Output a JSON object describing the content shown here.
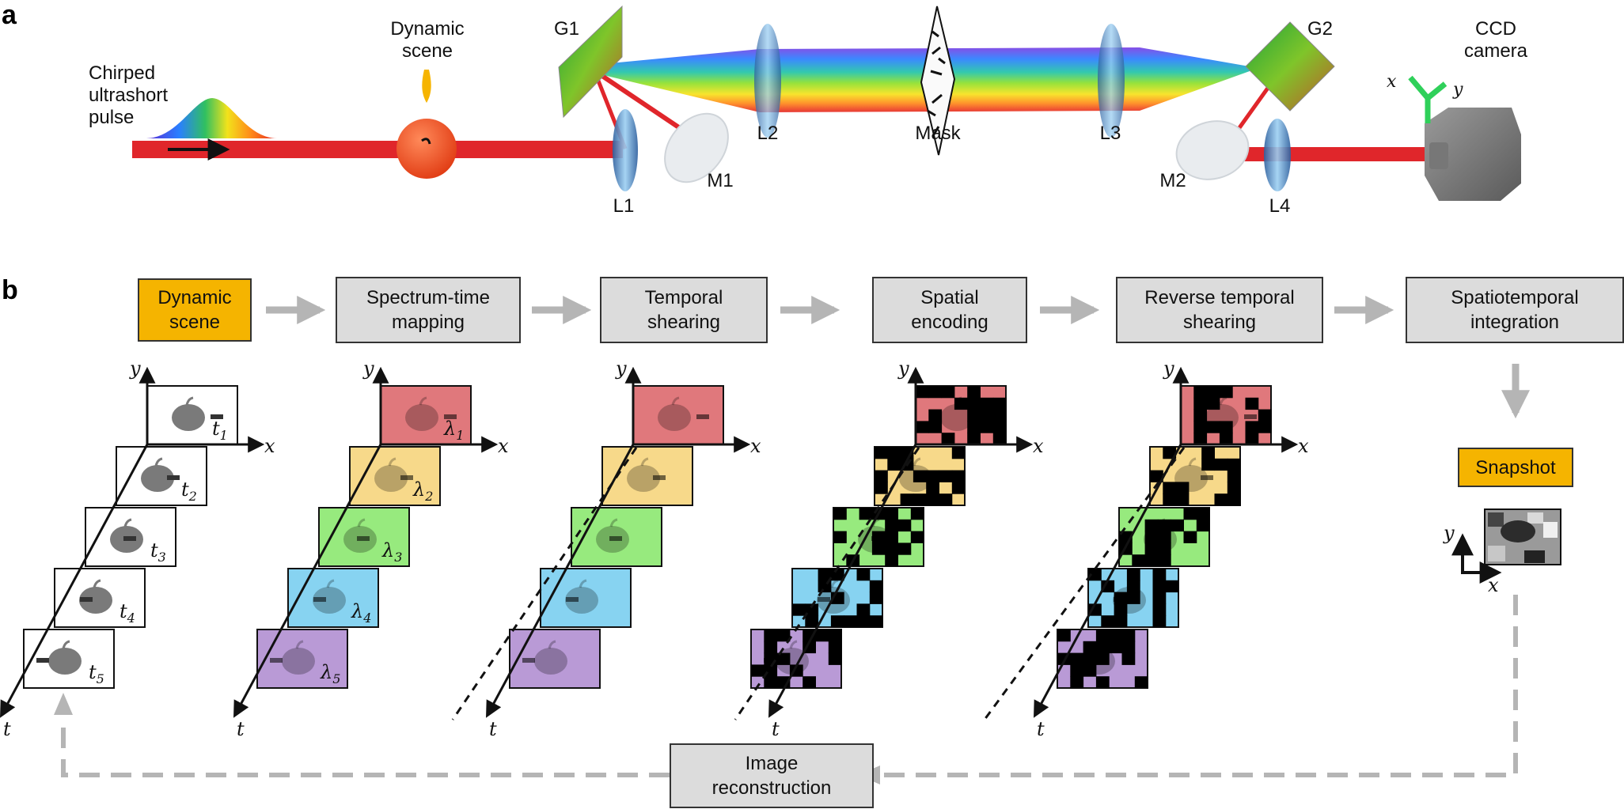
{
  "panel_labels": {
    "a": "a",
    "b": "b"
  },
  "setup": {
    "pulse_label": "Chirped\nultrashort\npulse",
    "scene_label": "Dynamic\nscene",
    "g1": "G1",
    "g2": "G2",
    "l1": "L1",
    "l2": "L2",
    "l3": "L3",
    "l4": "L4",
    "m1": "M1",
    "m2": "M2",
    "mask": "Mask",
    "camera_label": "CCD\ncamera",
    "axis_x": "x",
    "axis_y": "y"
  },
  "pipeline": {
    "steps": [
      {
        "label": "Dynamic\nscene",
        "highlight": true
      },
      {
        "label": "Spectrum-time\nmapping",
        "highlight": false
      },
      {
        "label": "Temporal\nshearing",
        "highlight": false
      },
      {
        "label": "Spatial\nencoding",
        "highlight": false
      },
      {
        "label": "Reverse temporal\nshearing",
        "highlight": false
      },
      {
        "label": "Spatiotemporal\nintegration",
        "highlight": false
      }
    ],
    "snapshot": "Snapshot",
    "reconstruction": "Image\nreconstruction"
  },
  "frames": {
    "time_labels": [
      "t1",
      "t2",
      "t3",
      "t4",
      "t5"
    ],
    "wavelength_labels": [
      "λ1",
      "λ2",
      "λ3",
      "λ4",
      "λ5"
    ],
    "wavelength_colors": [
      "#e0787c",
      "#f7d98a",
      "#97ea7e",
      "#87d3f1",
      "#b99ad6"
    ],
    "axis_x": "x",
    "axis_y": "y",
    "axis_t": "t"
  }
}
